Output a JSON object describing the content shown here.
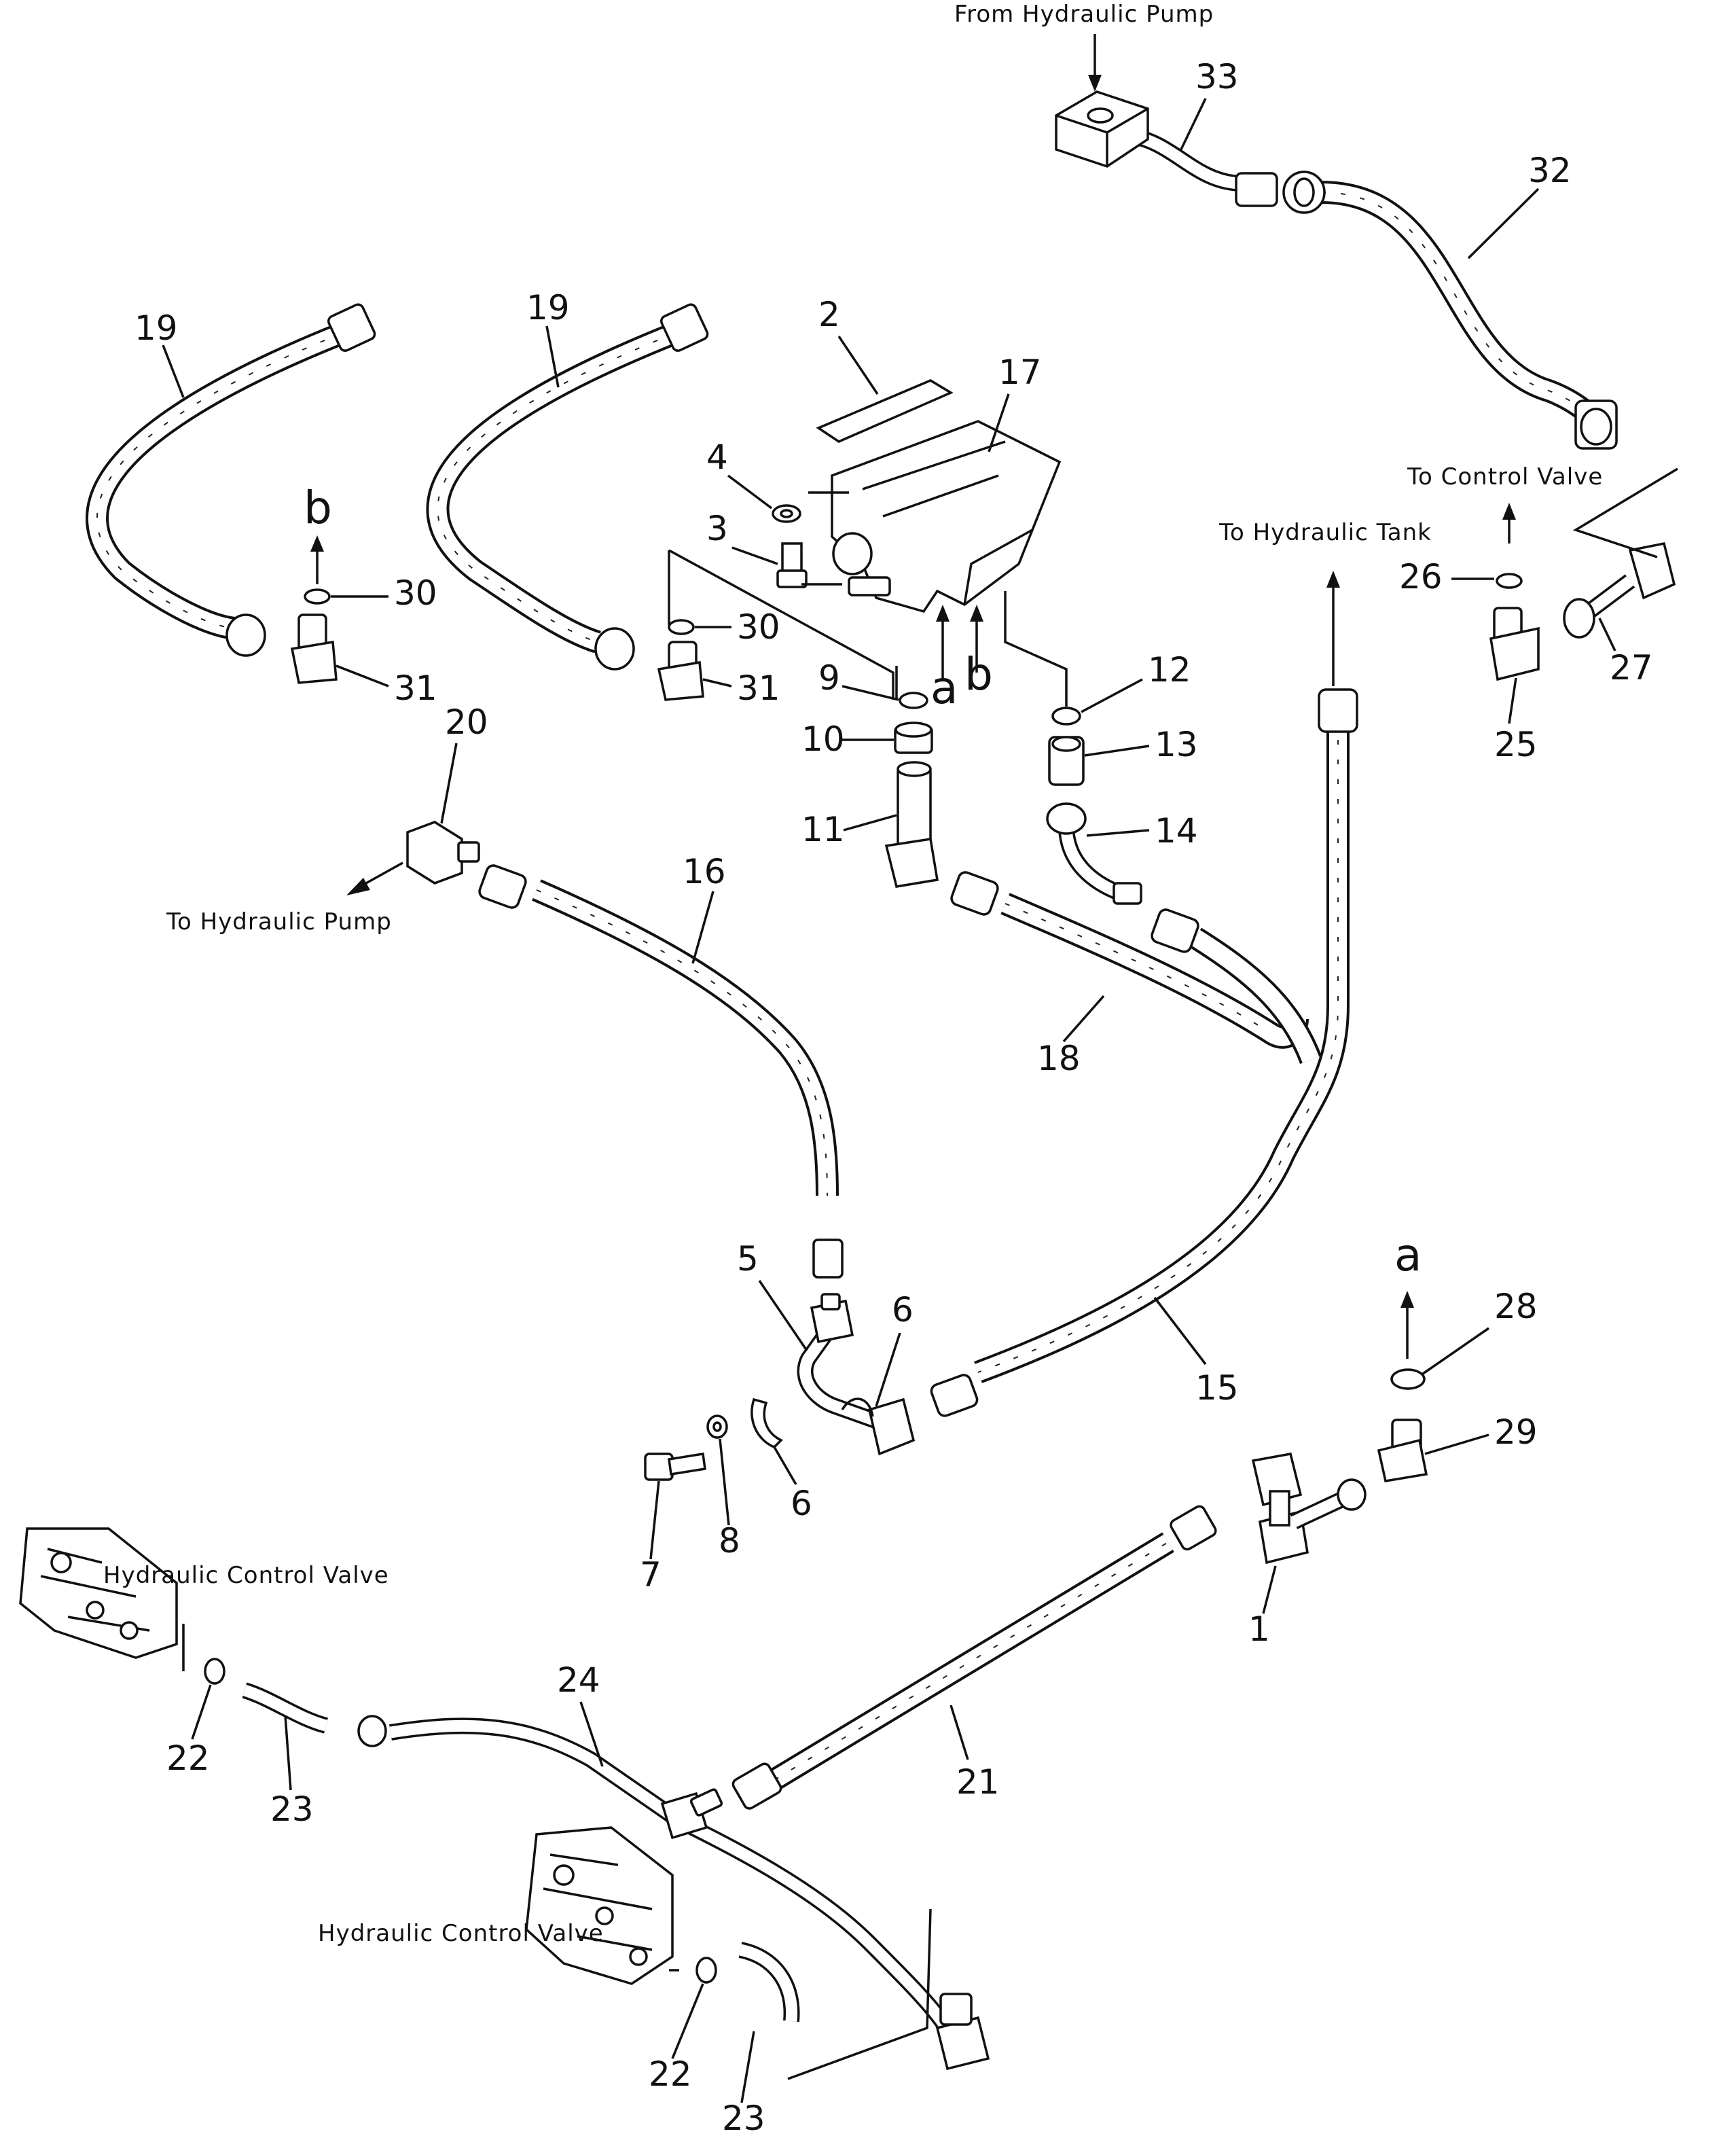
{
  "part_numbers": {
    "p1": "1",
    "p2": "2",
    "p3": "3",
    "p4": "4",
    "p5": "5",
    "p6a": "6",
    "p6b": "6",
    "p7": "7",
    "p8": "8",
    "p9": "9",
    "p10": "10",
    "p11": "11",
    "p12": "12",
    "p13": "13",
    "p14": "14",
    "p15": "15",
    "p16": "16",
    "p17": "17",
    "p18": "18",
    "p19a": "19",
    "p19b": "19",
    "p20": "20",
    "p21": "21",
    "p22a": "22",
    "p22b": "22",
    "p23a": "23",
    "p23b": "23",
    "p24": "24",
    "p25": "25",
    "p26": "26",
    "p27": "27",
    "p28": "28",
    "p29": "29",
    "p30a": "30",
    "p30b": "30",
    "p31a": "31",
    "p31b": "31",
    "p32": "32",
    "p33": "33"
  },
  "port_letters": {
    "a_top": "a",
    "b_top": "b",
    "b_left": "b",
    "a_right": "a"
  },
  "captions": {
    "from_pump": "From Hydraulic Pump",
    "to_control_valve": "To Control Valve",
    "to_tank": "To Hydraulic Tank",
    "to_pump": "To Hydraulic Pump",
    "control_valve_upper": "Hydraulic Control Valve",
    "control_valve_lower": "Hydraulic Control Valve"
  }
}
